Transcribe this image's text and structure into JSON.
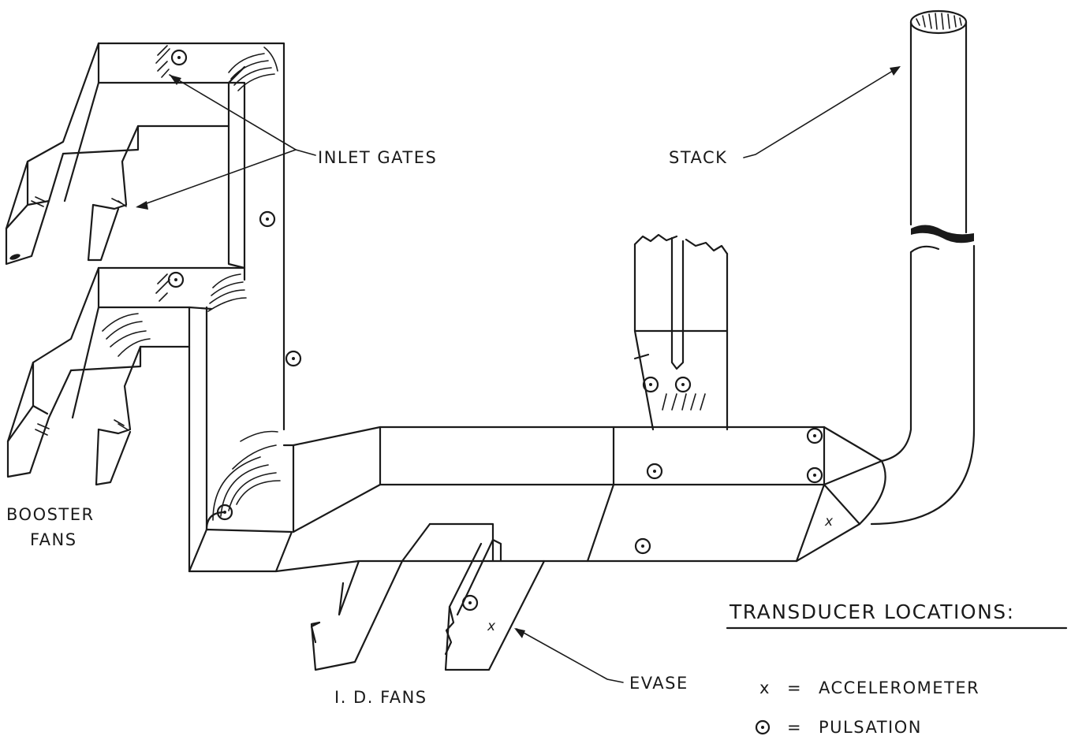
{
  "labels": {
    "inlet_gates": "INLET GATES",
    "stack": "STACK",
    "booster_line1": "BOOSTER",
    "booster_line2": "FANS",
    "id_fans": "I. D.  FANS",
    "evase": "EVASE"
  },
  "legend": {
    "title": "TRANSDUCER LOCATIONS:",
    "accelerometer_symbol": "x",
    "accelerometer_equals": "=",
    "accelerometer_label": "ACCELEROMETER",
    "pulsation_equals": "=",
    "pulsation_label": "PULSATION"
  },
  "markers": {
    "accelerometer": "x"
  },
  "icons": {
    "pulsation": "circle-dot-icon",
    "accelerometer": "x-mark-icon"
  }
}
